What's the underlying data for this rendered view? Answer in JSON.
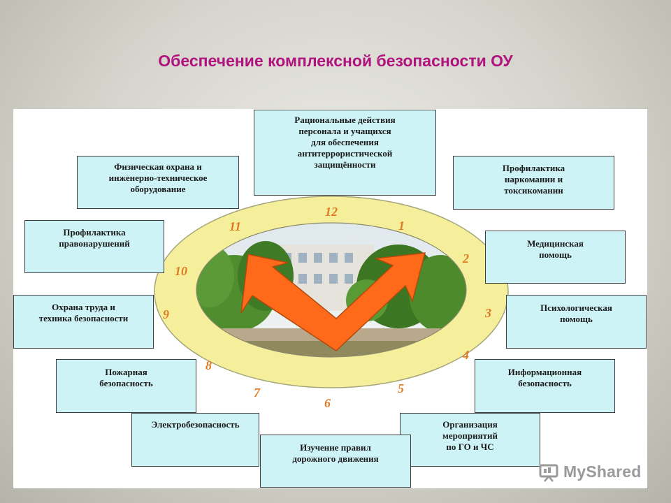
{
  "title": "Обеспечение комплексной безопасности ОУ",
  "boxes": {
    "b12": "Рациональные действия\nперсонала и учащихся\nдля обеспечения\nантитеррористической\nзащищённости",
    "b1": "Профилактика\nнаркомании и\nтоксикомании",
    "b2": "Медицинская\nпомощь",
    "b3": "Психологическая\nпомощь",
    "b4": "Информационная\nбезопасность",
    "b5": "Организация\nмероприятий\nпо ГО и ЧС",
    "b6": "Изучение правил\nдорожного движения",
    "b7": "Электробезопасность",
    "b8": "Пожарная\nбезопасность",
    "b9": "Охрана труда и\nтехника безопасности",
    "b10": "Профилактика\nправонарушений",
    "b11": "Физическая охрана и\nинженерно-техническое\nоборудование"
  },
  "numbers": {
    "n1": "1",
    "n2": "2",
    "n3": "3",
    "n4": "4",
    "n5": "5",
    "n6": "6",
    "n7": "7",
    "n8": "8",
    "n9": "9",
    "n10": "10",
    "n11": "11",
    "n12": "12"
  },
  "watermark": "MyShared",
  "colors": {
    "title": "#b0137e",
    "box_fill": "#cdf3f7",
    "ring": "#f5ef9c",
    "arrow": "#ff6a1a",
    "numbers": "#e07a22"
  }
}
